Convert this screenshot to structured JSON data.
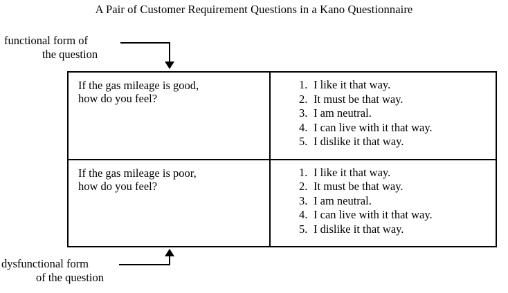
{
  "figure": {
    "title": "A Pair of Customer Requirement Questions in a Kano Questionnaire",
    "labels": {
      "functional": {
        "line1": "functional form of",
        "line2": "the question"
      },
      "dysfunctional": {
        "line1": "dysfunctional form",
        "line2": "of the question"
      }
    },
    "colors": {
      "ink": "#000000",
      "background": "#ffffff"
    },
    "table": {
      "rows": [
        {
          "question": {
            "line1": "If the gas mileage is good,",
            "line2": "how do you feel?"
          },
          "answers": [
            {
              "num": "1.",
              "text": "I like it that way."
            },
            {
              "num": "2.",
              "text": "It must be that way."
            },
            {
              "num": "3.",
              "text": "I am neutral."
            },
            {
              "num": "4.",
              "text": "I can live with it that way."
            },
            {
              "num": "5.",
              "text": "I dislike it that way."
            }
          ]
        },
        {
          "question": {
            "line1": "If the gas mileage is poor,",
            "line2": "how do you feel?"
          },
          "answers": [
            {
              "num": "1.",
              "text": "I like it that way."
            },
            {
              "num": "2.",
              "text": "It must be that way."
            },
            {
              "num": "3.",
              "text": "I am neutral."
            },
            {
              "num": "4.",
              "text": "I can live with it that way."
            },
            {
              "num": "5.",
              "text": "I dislike it that way."
            }
          ]
        }
      ]
    }
  }
}
